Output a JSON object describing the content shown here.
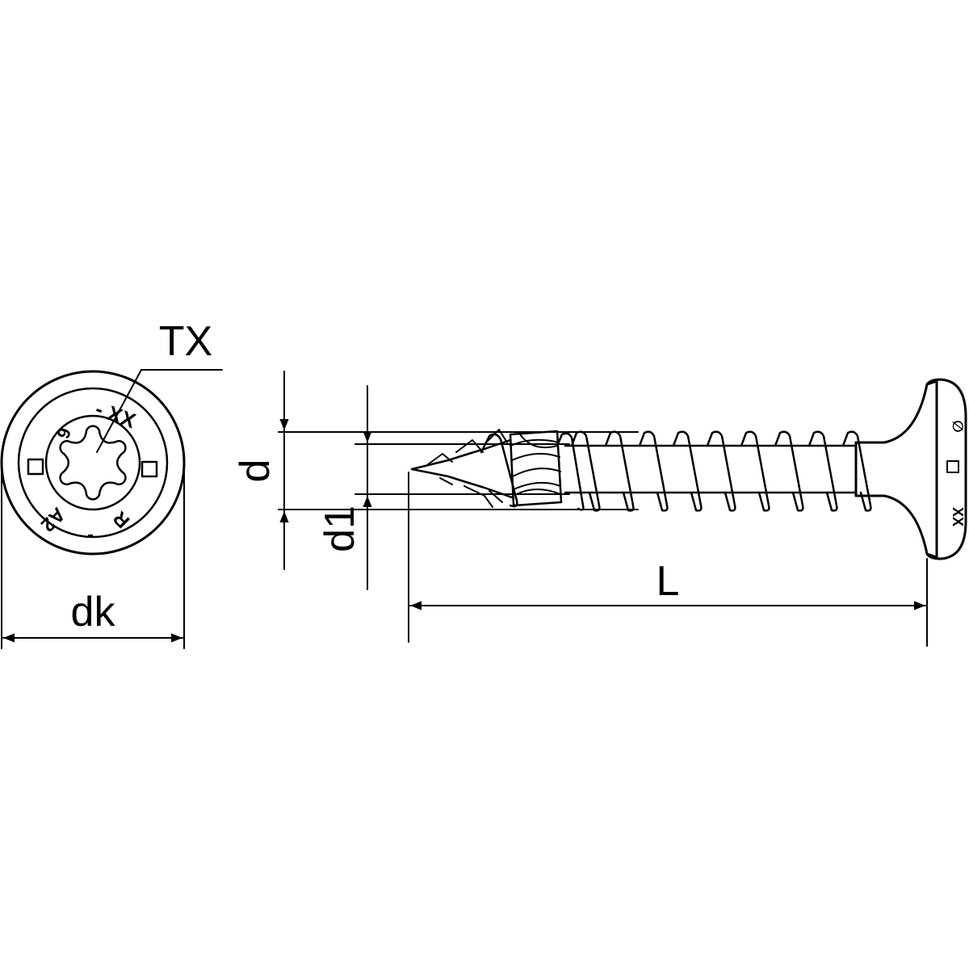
{
  "labels": {
    "tx": "TX",
    "dk": "dk",
    "d": "d",
    "d1": "d1",
    "L": "L"
  },
  "head_markings": {
    "top": "- XX",
    "right": "R",
    "bottom_right": "-",
    "bottom": "A2",
    "left": "6"
  },
  "colors": {
    "line": "#000000",
    "background": "#ffffff"
  }
}
